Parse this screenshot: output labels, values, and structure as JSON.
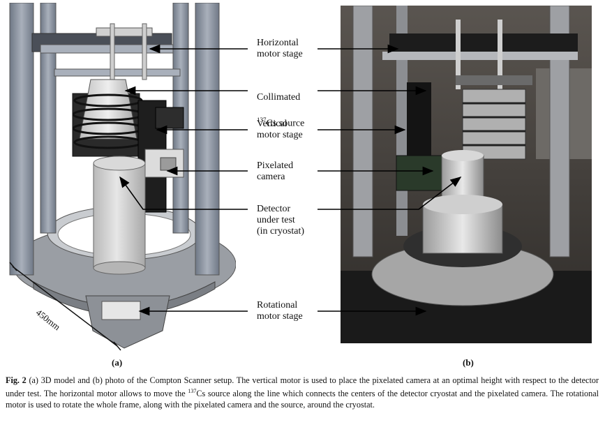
{
  "labels": {
    "horizontal_stage": "Horizontal\nmotor stage",
    "collimated_line1": "Collimated",
    "cs_sup": "137",
    "cs_rest": "Cs source",
    "vertical_stage": "Vertical\nmotor stage",
    "pixelated_camera": "Pixelated\ncamera",
    "detector": "Detector\nunder test\n(in cryostat)",
    "rotational_stage": "Rotational\nmotor stage"
  },
  "panel_tags": {
    "a": "(a)",
    "b": "(b)"
  },
  "dimension": "450mm",
  "caption": {
    "fig_label": "Fig. 2",
    "text_1": "(a) 3D model and (b) photo of the Compton Scanner setup. The vertical motor is used to place the pixelated camera at an optimal height with respect to the detector under test. The horizontal motor allows to move the ",
    "sup": "137",
    "text_2": "Cs source along the line which connects the centers of the detector cryostat and the pixelated camera. The rotational motor is used to rotate the whole frame, along with the pixelated camera and the source, around the cryostat."
  },
  "colors": {
    "frame": "#8b93a0",
    "model_base": "#9a9ea4",
    "photo_bg": "#3d3a37",
    "aluminium": "#c8c8c8",
    "motor_black": "#1e1e1e"
  }
}
